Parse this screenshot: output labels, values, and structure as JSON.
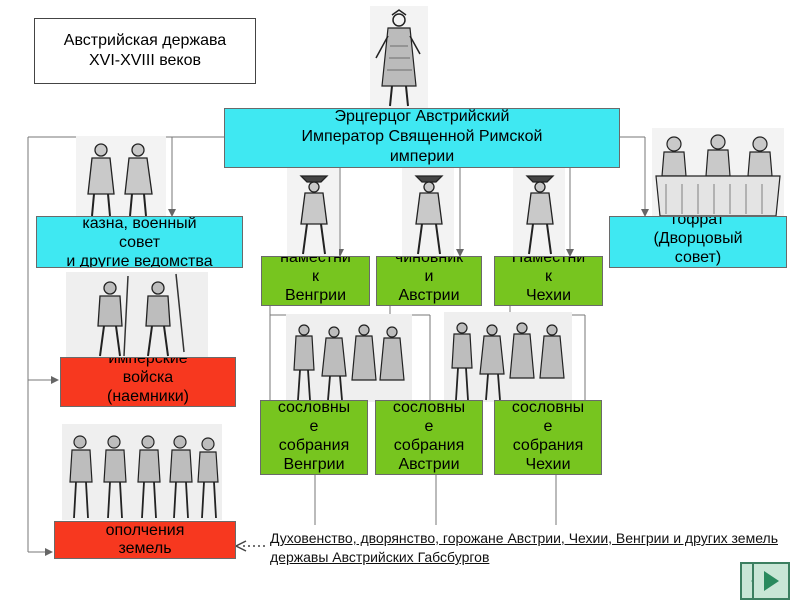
{
  "title": "Австрийская держава\nXVI-XVIII веков",
  "emperor": "Эрцгерцог Австрийский\nИмператор Священной Римской\nимперии",
  "treasury": "казна, военный\nсовет\nи другие ведомства",
  "hofrat": "гофрат\n(Дворцовый\nсовет)",
  "governors": {
    "hungary": "наместни\nк\nВенгрии",
    "austria": "чиновник\nи\nАвстрии",
    "bohemia": "Наместни\nк\nЧехии"
  },
  "troops": "имперские\nвойска\n(наемники)",
  "assemblies": {
    "hungary": "сословны\nе\nсобрания\nВенгрии",
    "austria": "сословны\nе\nсобрания\nАвстрии",
    "bohemia": "сословны\nе\nсобрания\nЧехии"
  },
  "militia": "ополчения\nземель",
  "estates_text": "Духовенство, дворянство, горожане Австрии, Чехии, Венгрии и других земель державы Австрийских Габсбургов",
  "icons": [
    "emperor-figure-icon",
    "officials-figure-icon",
    "council-figure-icon",
    "governor-figure-icon",
    "soldiers-figure-icon",
    "assembly-figure-icon",
    "militia-figure-icon",
    "back-arrow-icon",
    "next-arrow-icon"
  ],
  "colors": {
    "cyan": "#3fe8f2",
    "green": "#77c51f",
    "red": "#f7381f"
  }
}
